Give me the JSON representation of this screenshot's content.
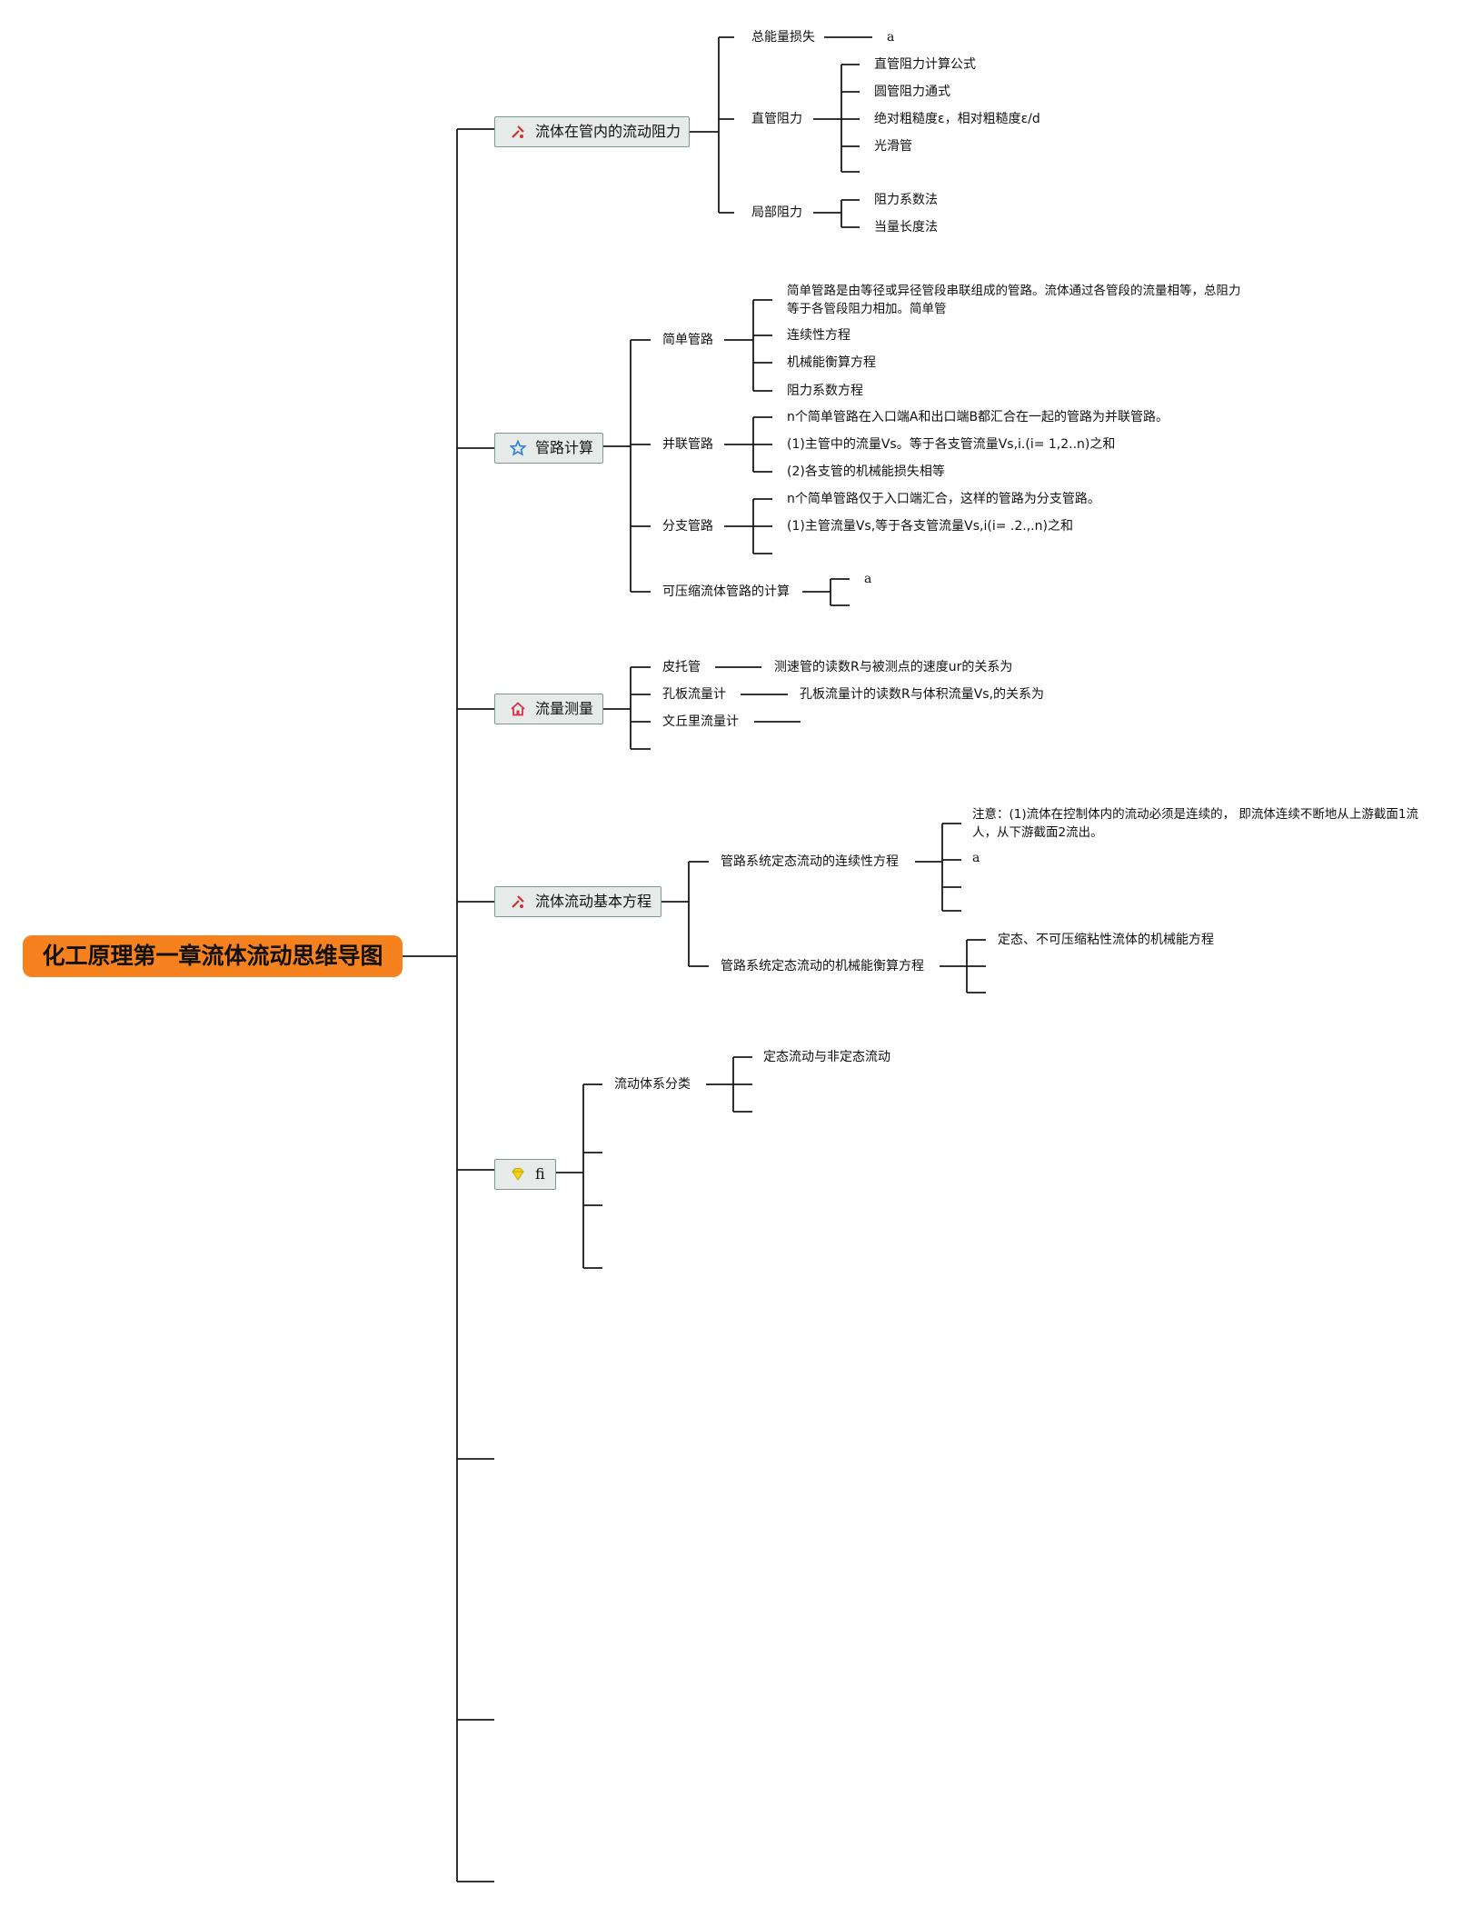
{
  "root": {
    "title": "化工原理第一章流体流动思维导图"
  },
  "b1": {
    "label": "流体在管内的流动阻力",
    "icon": "tools-icon",
    "c1": {
      "label": "总能量损失",
      "leaf": "a"
    },
    "c2": {
      "label": "直管阻力",
      "items": [
        "直管阻力计算公式",
        "圆管阻力通式",
        "绝对粗糙度ε，相对粗糙度ε/d",
        "光滑管"
      ]
    },
    "c3": {
      "label": "局部阻力",
      "items": [
        "阻力系数法",
        "当量长度法"
      ]
    }
  },
  "b2": {
    "label": "管路计算",
    "icon": "star-icon",
    "c1": {
      "label": "简单管路",
      "items": [
        "简单管路是由等径或异径管段串联组成的管路。流体通过各管段的流量相等，总阻力等于各管段阻力相加。简单管",
        "连续性方程",
        "机械能衡算方程",
        "阻力系数方程"
      ]
    },
    "c2": {
      "label": "并联管路",
      "items": [
        "n个简单管路在入口端A和出口端B都汇合在一起的管路为并联管路。",
        "(1)主管中的流量Vs。等于各支管流量Vs,i.(i= 1,2..n)之和",
        "(2)各支管的机械能损失相等"
      ]
    },
    "c3": {
      "label": "分支管路",
      "items": [
        "n个简单管路仅于入口端汇合，这样的管路为分支管路。",
        "(1)主管流量Vs,等于各支管流量Vs,i(i= .2.,.n)之和"
      ]
    },
    "c4": {
      "label": "可压缩流体管路的计算",
      "leaf": "a"
    }
  },
  "b3": {
    "label": "流量测量",
    "icon": "home-icon",
    "c1": {
      "label": "皮托管",
      "leaf": "测速管的读数R与被测点的速度ur的关系为"
    },
    "c2": {
      "label": "孔板流量计",
      "leaf": "孔板流量计的读数R与体积流量Vs,的关系为"
    },
    "c3": {
      "label": "文丘里流量计"
    }
  },
  "b4": {
    "label": "流体流动基本方程",
    "icon": "tools-icon",
    "c1": {
      "label": "管路系统定态流动的连续性方程",
      "items": [
        "注意：(1)流体在控制体内的流动必须是连续的， 即流体连续不断地从上游截面1流人，从下游截面2流出。",
        "a"
      ]
    },
    "c2": {
      "label": "管路系统定态流动的机械能衡算方程",
      "items": [
        "定态、不可压缩粘性流体的机械能方程"
      ]
    }
  },
  "b5": {
    "label": "fi",
    "icon": "diamond-icon",
    "c1": {
      "label": "流动体系分类",
      "items": [
        "定态流动与非定态流动"
      ]
    }
  },
  "colors": {
    "root": "#f5821f",
    "branch_fill": "#e6eae8",
    "branch_border": "#7a9a8c",
    "line": "#1a1a1a"
  }
}
